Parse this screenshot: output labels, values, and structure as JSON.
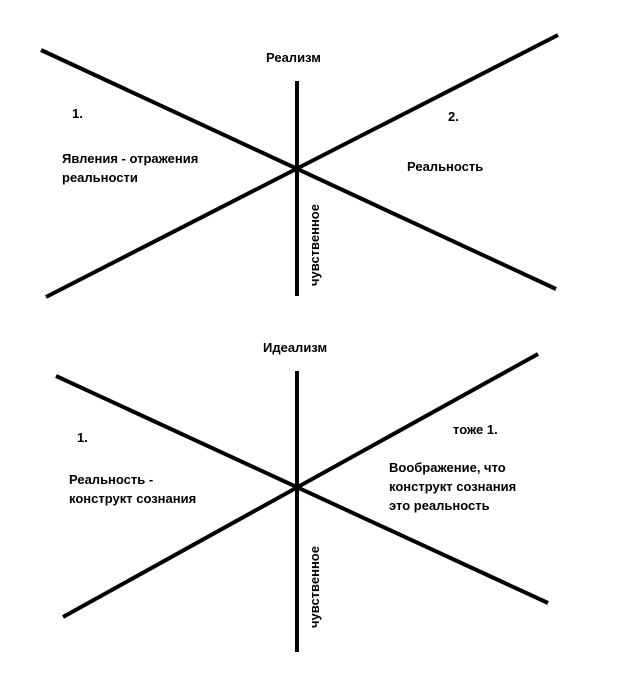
{
  "realism": {
    "title": "Реализм",
    "q1_number": "1.",
    "q1_text": [
      "Явления - отражения",
      "реальности"
    ],
    "q2_number": "2.",
    "q2_text": "Реальность",
    "axis_label": "чувственное"
  },
  "idealism": {
    "title": "Идеализм",
    "q1_number": "1.",
    "q1_text": [
      "Реальность -",
      "конструкт сознания"
    ],
    "q2_number": "тоже 1.",
    "q2_text": [
      "Воображение, что",
      "конструкт сознания",
      "это реальность"
    ],
    "axis_label": "чувственное"
  },
  "colors": {
    "ink": "#000000",
    "background": "#ffffff"
  }
}
